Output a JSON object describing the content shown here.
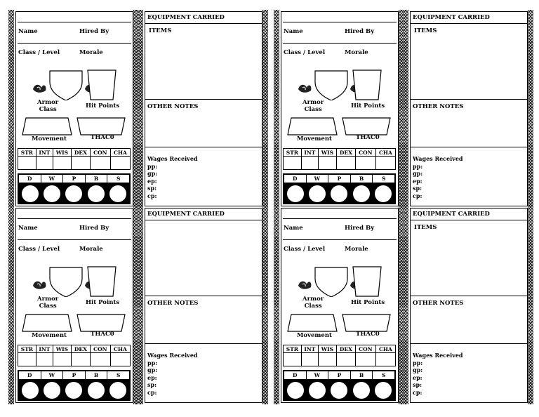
{
  "labels": {
    "name": "Name",
    "hired_by": "Hired By",
    "class_level": "Class / Level",
    "morale": "Morale",
    "armor_class_line1": "Armor",
    "armor_class_line2": "Class",
    "hit_points": "Hit Points",
    "movement": "Movement",
    "thaco": "THAC0",
    "equipment_carried": "EQUIPMENT CARRIED",
    "items": "ITEMS",
    "other_notes": "OTHER NOTES",
    "wages_received": "Wages Received"
  },
  "abilities": [
    "STR",
    "INT",
    "WIS",
    "DEX",
    "CON",
    "CHA"
  ],
  "saves": [
    "D",
    "W",
    "P",
    "B",
    "S"
  ],
  "coins": [
    "pp:",
    "gp:",
    "ep:",
    "sp:",
    "cp:"
  ],
  "cards": [
    {
      "show_items": true
    },
    {
      "show_items": true
    },
    {
      "show_items": false
    },
    {
      "show_items": true
    }
  ]
}
